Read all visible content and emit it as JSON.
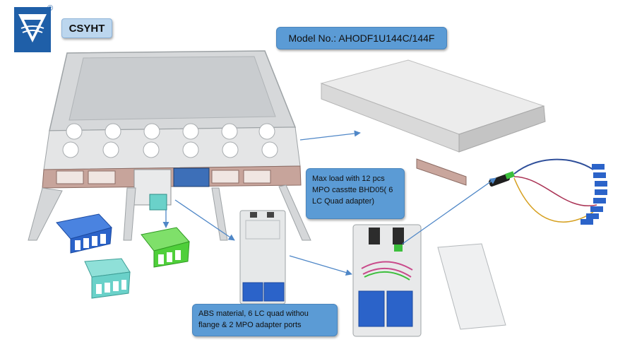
{
  "brand": {
    "name": "CSYHT",
    "registered_mark": "®"
  },
  "model": {
    "text": "Model No.: AHODF1U144C/144F"
  },
  "callouts": [
    {
      "lines": [
        "Max  load with 12 pcs",
        "MPO casstte BHD05( 6",
        "LC Quad adapter)"
      ]
    },
    {
      "lines": [
        "ABS material, 6 LC quad withou",
        "flange  & 2 MPO adapter ports"
      ]
    }
  ],
  "colors": {
    "callout_fill": "#5b9bd5",
    "brand_fill": "#bcd6ee",
    "logo_blue": "#1f5fa8",
    "lc_blue": "#2b63c9",
    "lc_green": "#4fcf3a",
    "lc_aqua": "#6ad1c9",
    "arrow": "#4f87c7"
  }
}
